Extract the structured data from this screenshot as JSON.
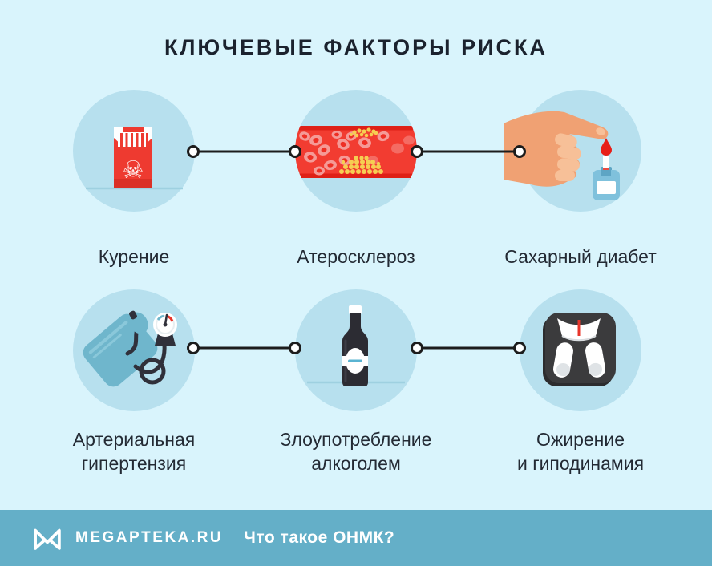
{
  "title": "КЛЮЧЕВЫЕ ФАКТОРЫ РИСКА",
  "factors": [
    {
      "name": "Курение",
      "label_line1": "Курение",
      "label_line2": "",
      "icon": "cigarette-pack-icon"
    },
    {
      "name": "Атеросклероз",
      "label_line1": "Атеросклероз",
      "label_line2": "",
      "icon": "clogged-artery-icon"
    },
    {
      "name": "Сахарный диабет",
      "label_line1": "Сахарный диабет",
      "label_line2": "",
      "icon": "finger-blood-drop-glucometer-icon"
    },
    {
      "name": "Артериальная гипертензия",
      "label_line1": "Артериальная",
      "label_line2": "гипертензия",
      "icon": "blood-pressure-monitor-icon"
    },
    {
      "name": "Злоупотребление алкоголем",
      "label_line1": "Злоупотребление",
      "label_line2": "алкоголем",
      "icon": "alcohol-bottle-icon"
    },
    {
      "name": "Ожирение и гиподинамия",
      "label_line1": "Ожирение",
      "label_line2": "и гиподинамия",
      "icon": "weight-scale-icon"
    }
  ],
  "footer": {
    "brand": "MEGAPTEKA.RU",
    "question": "Что такое ОНМК?",
    "logo_icon": "megapteka-m-logo"
  },
  "colors": {
    "background": "#d9f4fc",
    "circle_fill": "#b7e0ee",
    "connector": "#1c1c1c",
    "title_text": "#1b222e",
    "label_text": "#232a34",
    "footer_bar": "#64afc8",
    "footer_text": "#ffffff",
    "accent_red": "#ee3a30",
    "plaque_yellow": "#f6ce52"
  }
}
